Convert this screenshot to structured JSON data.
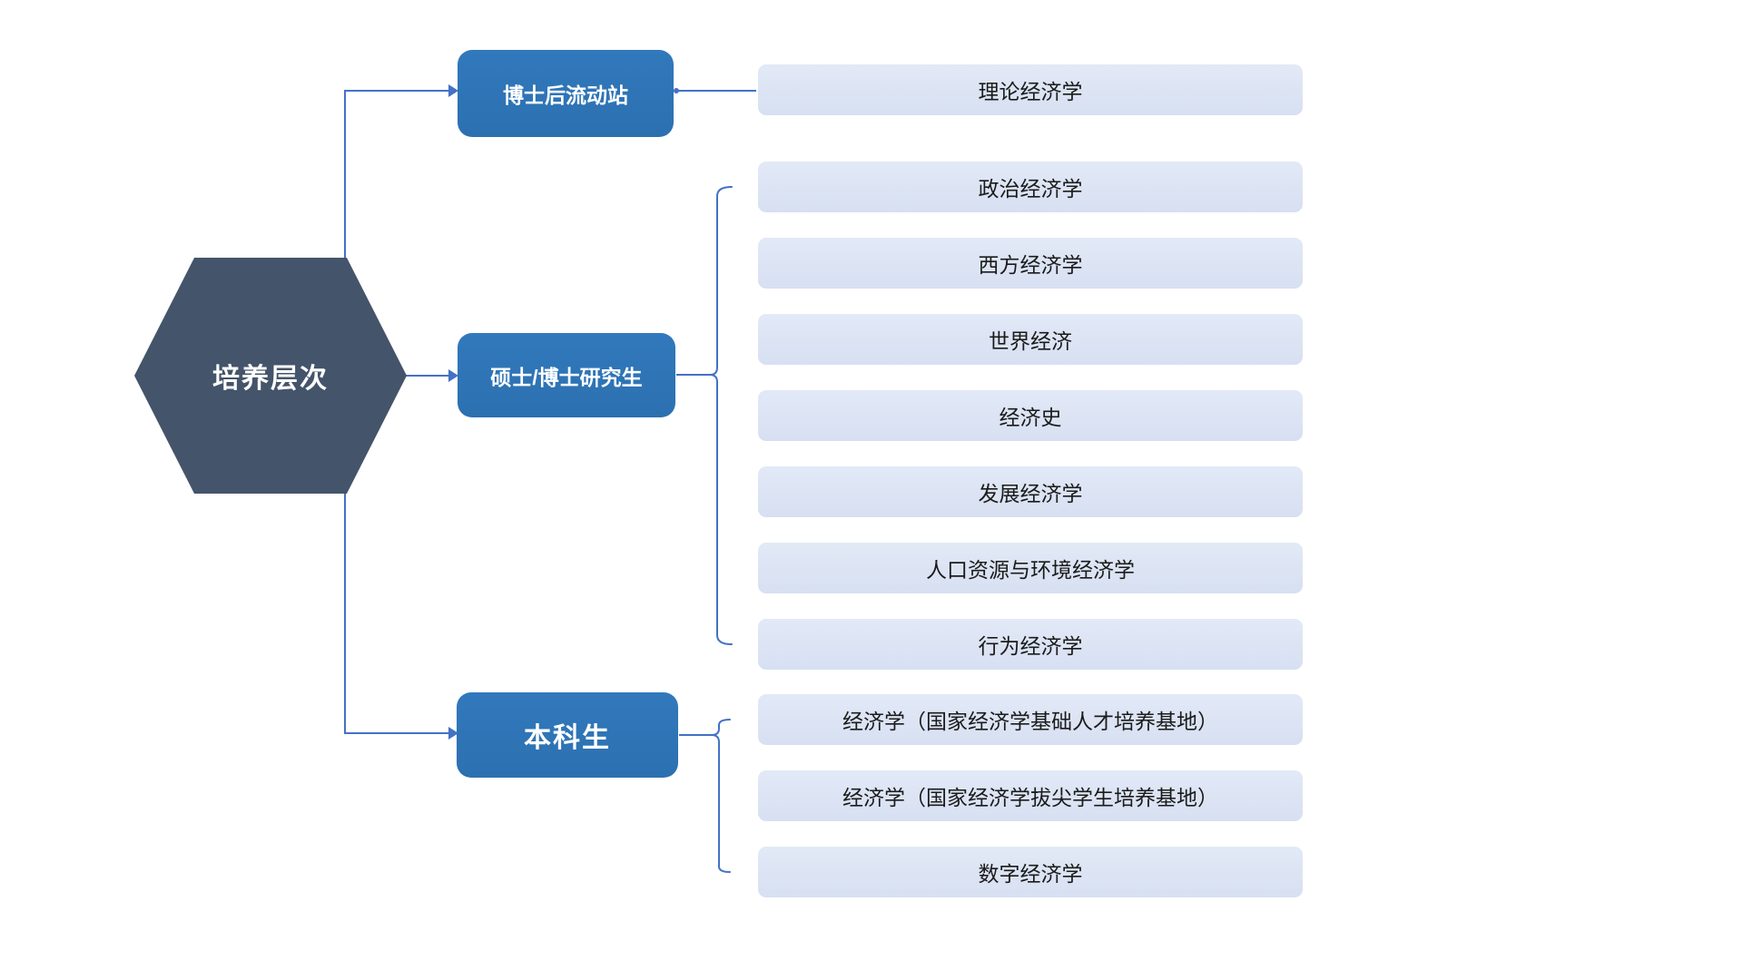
{
  "diagram": {
    "root": {
      "label": "培养层次"
    },
    "levels": [
      {
        "label": "博士后流动站",
        "programs": [
          "理论经济学"
        ]
      },
      {
        "label": "硕士/博士研究生",
        "programs": [
          "政治经济学",
          "西方经济学",
          "世界经济",
          "经济史",
          "发展经济学",
          "人口资源与环境经济学",
          "行为经济学"
        ]
      },
      {
        "label": "本科生",
        "programs": [
          "经济学（国家经济学基础人才培养基地）",
          "经济学（国家经济学拔尖学生培养基地）",
          "数字经济学"
        ]
      }
    ],
    "colors": {
      "root_fill": "#44546A",
      "level_fill": "#2E75B6",
      "program_fill": "#DAE3F3",
      "connector": "#4472C4",
      "text_on_dark": "#FFFFFF",
      "text_on_light": "#1B1B1B"
    }
  }
}
